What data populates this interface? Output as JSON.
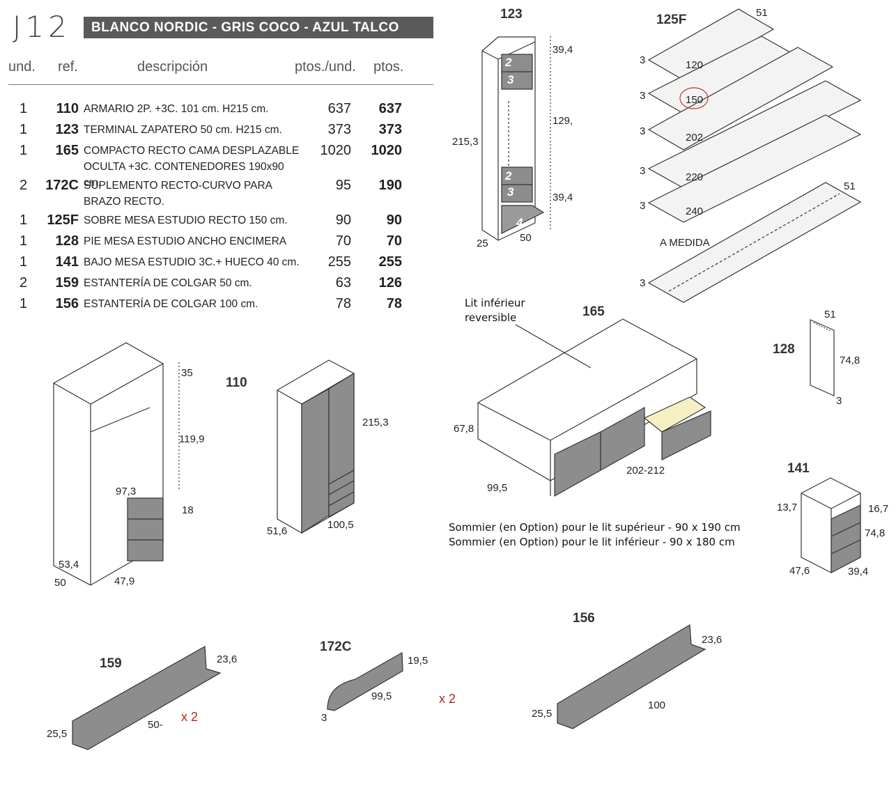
{
  "header": {
    "code": "J12",
    "banner": "BLANCO NORDIC - GRIS COCO - AZUL TALCO"
  },
  "table": {
    "columns": {
      "und": "und.",
      "ref": "ref.",
      "desc": "descripción",
      "pu": "ptos./und.",
      "pt": "ptos."
    },
    "rows": [
      {
        "und": "1",
        "ref": "110",
        "desc": "ARMARIO 2P. +3C. 101 cm. H215 cm.",
        "pu": "637",
        "pt": "637"
      },
      {
        "und": "1",
        "ref": "123",
        "desc": "TERMINAL ZAPATERO 50 cm. H215 cm.",
        "pu": "373",
        "pt": "373"
      },
      {
        "und": "1",
        "ref": "165",
        "desc": "COMPACTO RECTO CAMA DESPLAZABLE OCULTA +3C. CONTENEDORES  190x90 cm.",
        "pu": "1020",
        "pt": "1020"
      },
      {
        "und": "2",
        "ref": "172C",
        "desc": "SUPLEMENTO RECTO-CURVO PARA BRAZO RECTO.",
        "pu": "95",
        "pt": "190"
      },
      {
        "und": "1",
        "ref": "125F",
        "desc": "SOBRE MESA ESTUDIO RECTO 150 cm.",
        "pu": "90",
        "pt": "90"
      },
      {
        "und": "1",
        "ref": "128",
        "desc": "PIE MESA ESTUDIO ANCHO ENCIMERA",
        "pu": "70",
        "pt": "70"
      },
      {
        "und": "1",
        "ref": "141",
        "desc": "BAJO MESA ESTUDIO 3C.+ HUECO 40 cm.",
        "pu": "255",
        "pt": "255"
      },
      {
        "und": "2",
        "ref": "159",
        "desc": "ESTANTERÍA DE COLGAR 50 cm.",
        "pu": "63",
        "pt": "126"
      },
      {
        "und": "1",
        "ref": "156",
        "desc": "ESTANTERÍA DE COLGAR 100 cm.",
        "pu": "78",
        "pt": "78"
      }
    ]
  },
  "drawings": {
    "d123": {
      "tag": "123",
      "dims": [
        "39,4",
        "129,",
        "215,3",
        "39,4",
        "25",
        "50"
      ],
      "numbers": [
        "2",
        "3",
        "2",
        "3",
        "4"
      ]
    },
    "d125f": {
      "tag": "125F",
      "top": "51",
      "boards": [
        "120",
        "150",
        "202",
        "220",
        "240"
      ],
      "thickness": "3",
      "custom_width": "51",
      "custom_label": "A MEDIDA",
      "custom_thickness": "3"
    },
    "d165": {
      "tag": "165",
      "note_label_1": "Lit inférieur",
      "note_label_2": "reversible",
      "dims": [
        "67,8",
        "99,5",
        "202-212"
      ],
      "sommier_1": "Sommier (en Option) pour le lit supérieur - 90 x 190 cm",
      "sommier_2": "Sommier (en Option) pour le lit inférieur - 90 x 180 cm"
    },
    "d128": {
      "tag": "128",
      "dims": [
        "51",
        "74,8",
        "3"
      ]
    },
    "dleft": {
      "dims": [
        "35",
        "119,9",
        "97,3",
        "18",
        "53,4",
        "50",
        "47,9"
      ]
    },
    "d110": {
      "tag": "110",
      "dims": [
        "215,3",
        "51,6",
        "100,5"
      ]
    },
    "d141": {
      "tag": "141",
      "dims": [
        "13,7",
        "16,7",
        "74,8",
        "47,6",
        "39,4"
      ]
    },
    "d159": {
      "tag": "159",
      "dims": [
        "23,6",
        "25,5",
        "50-"
      ],
      "qty": "x 2"
    },
    "d172c": {
      "tag": "172C",
      "dims": [
        "19,5",
        "99,5",
        "3"
      ],
      "qty": "x 2"
    },
    "d156": {
      "tag": "156",
      "dims": [
        "23,6",
        "25,5",
        "100"
      ]
    }
  },
  "colors": {
    "banner": "#5a5a5a",
    "drawer": "#8d8d8d",
    "highlight_circle": "#c0392b",
    "drawer_inside": "#f7efc4"
  }
}
